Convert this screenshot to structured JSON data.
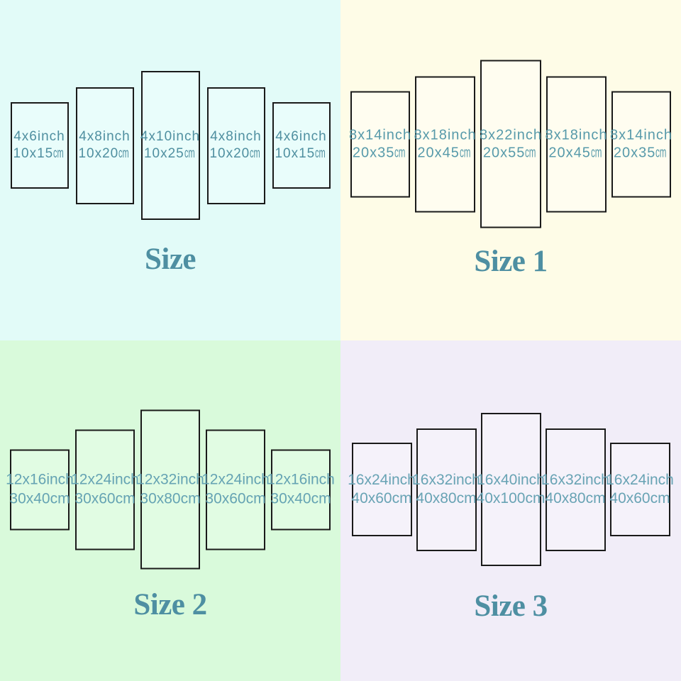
{
  "colors": {
    "border": "#1a1a1a",
    "title": "#4e8fa2"
  },
  "quadrants": [
    {
      "title": "Size",
      "bg": "#e2fbf8",
      "panel_fill": "#e9fdfb",
      "label_color": "#4f8fa0",
      "panels": [
        {
          "inch": "4x6inch",
          "cm_value": "10x15",
          "cm_unit": "cm"
        },
        {
          "inch": "4x8inch",
          "cm_value": "10x20",
          "cm_unit": "cm"
        },
        {
          "inch": "4x10inch",
          "cm_value": "10x25",
          "cm_unit": "cm"
        },
        {
          "inch": "4x8inch",
          "cm_value": "10x20",
          "cm_unit": "cm"
        },
        {
          "inch": "4x6inch",
          "cm_value": "10x15",
          "cm_unit": "cm"
        }
      ]
    },
    {
      "title": "Size 1",
      "bg": "#fefce7",
      "panel_fill": "#fffdf0",
      "label_color": "#579aaa",
      "panels": [
        {
          "inch": "8x14inch",
          "cm_value": "20x35",
          "cm_unit": "cm"
        },
        {
          "inch": "8x18inch",
          "cm_value": "20x45",
          "cm_unit": "cm"
        },
        {
          "inch": "8x22inch",
          "cm_value": "20x55",
          "cm_unit": "cm"
        },
        {
          "inch": "8x18inch",
          "cm_value": "20x45",
          "cm_unit": "cm"
        },
        {
          "inch": "8x14inch",
          "cm_value": "20x35",
          "cm_unit": "cm"
        }
      ]
    },
    {
      "title": "Size 2",
      "bg": "#d9fadb",
      "panel_fill": "#e1fce3",
      "label_color": "#65a3b3",
      "panels": [
        {
          "inch": "12x16inch",
          "cm_value": "30x40",
          "cm_unit": "cm"
        },
        {
          "inch": "12x24inch",
          "cm_value": "30x60",
          "cm_unit": "cm"
        },
        {
          "inch": "12x32inch",
          "cm_value": "30x80",
          "cm_unit": "cm"
        },
        {
          "inch": "12x24inch",
          "cm_value": "30x60",
          "cm_unit": "cm"
        },
        {
          "inch": "12x16inch",
          "cm_value": "30x40",
          "cm_unit": "cm"
        }
      ]
    },
    {
      "title": "Size 3",
      "bg": "#f1edf8",
      "panel_fill": "#f5f2fa",
      "label_color": "#68a3b4",
      "panels": [
        {
          "inch": "16x24inch",
          "cm_value": "40x60",
          "cm_unit": "cm"
        },
        {
          "inch": "16x32inch",
          "cm_value": "40x80",
          "cm_unit": "cm"
        },
        {
          "inch": "16x40inch",
          "cm_value": "40x100",
          "cm_unit": "cm"
        },
        {
          "inch": "16x32inch",
          "cm_value": "40x80",
          "cm_unit": "cm"
        },
        {
          "inch": "16x24inch",
          "cm_value": "40x60",
          "cm_unit": "cm"
        }
      ]
    }
  ]
}
